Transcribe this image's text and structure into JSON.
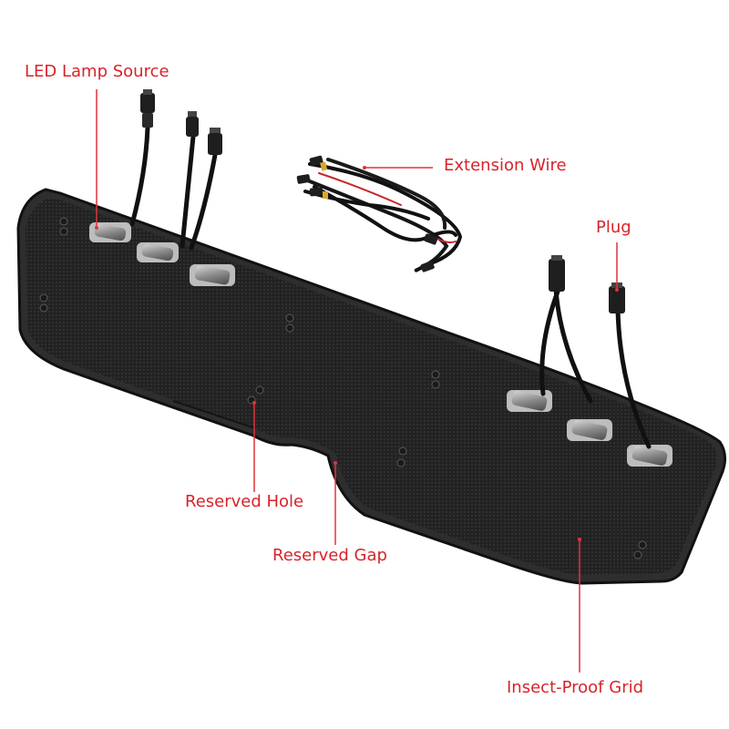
{
  "labels": {
    "led_lamp_source": "LED Lamp Source",
    "extension_wire": "Extension Wire",
    "plug": "Plug",
    "reserved_hole": "Reserved Hole",
    "reserved_gap": "Reserved Gap",
    "insect_proof_grid": "Insect-Proof Grid"
  },
  "colors": {
    "label_text": "#d8232a",
    "leader_line": "#e0323a",
    "panel_dark": "#1c1c1c",
    "panel_edge": "#3a3a3a",
    "cable": "#111111",
    "plug_body": "#1e1e1e",
    "connector_accent": "#d9a62e",
    "wire_red": "#c8282c",
    "background": "#ffffff"
  }
}
